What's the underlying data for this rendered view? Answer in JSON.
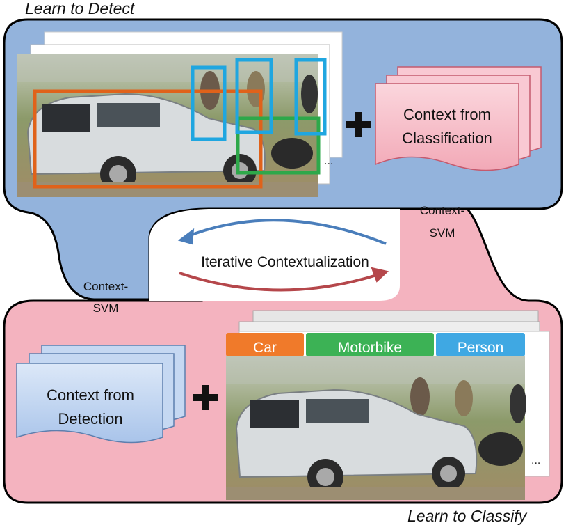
{
  "top_region": {
    "title": "Learn to Detect",
    "color": "#93b3dc"
  },
  "bottom_region": {
    "title": "Learn to Classify",
    "color": "#f4b3bf"
  },
  "context_classification": {
    "text_line1": "Context from",
    "text_line2": "Classification",
    "color": "#f9c9d3"
  },
  "context_detection": {
    "text_line1": "Context from",
    "text_line2": "Detection",
    "color": "#c5d8f2"
  },
  "arrow_up": {
    "line1": "Context-",
    "line2": "SVM"
  },
  "arrow_down": {
    "line1": "Context-",
    "line2": "SVM"
  },
  "loop": {
    "label": "Iterative Contextualization",
    "top_arrow_color": "#4a7ebb",
    "bottom_arrow_color": "#b5474b"
  },
  "detection_boxes": [
    {
      "name": "car",
      "color": "#e0621a"
    },
    {
      "name": "motorbike",
      "color": "#2ea84a"
    },
    {
      "name": "person",
      "color": "#1fa6e0"
    }
  ],
  "class_tabs": [
    {
      "label": "Car",
      "color": "#f07a2a"
    },
    {
      "label": "Motorbike",
      "color": "#3cb255"
    },
    {
      "label": "Person",
      "color": "#3fa8e3"
    }
  ],
  "ellipsis": "..."
}
